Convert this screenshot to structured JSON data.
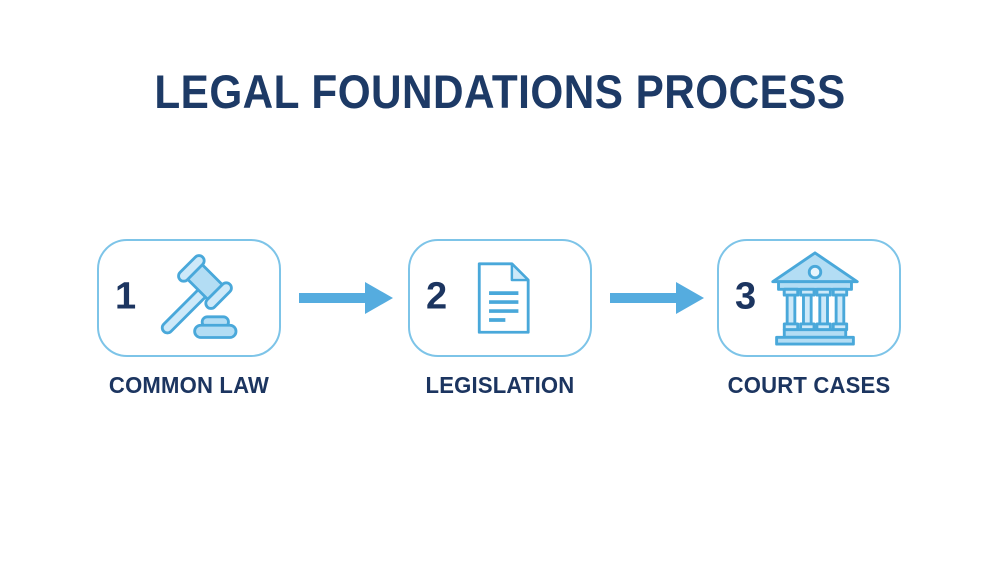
{
  "title": "LEGAL FOUNDATIONS PROCESS",
  "colors": {
    "background": "#ffffff",
    "navy_text": "#1d3a66",
    "box_border": "#7dc4e8",
    "arrow_blue": "#55acdf",
    "icon_stroke": "#49a8da",
    "icon_fill_light": "#cde9f9",
    "icon_fill_mid": "#b3ddf4"
  },
  "steps": [
    {
      "number": "1",
      "label": "COMMON LAW",
      "icon": "gavel-icon"
    },
    {
      "number": "2",
      "label": "LEGISLATION",
      "icon": "document-icon"
    },
    {
      "number": "3",
      "label": "COURT CASES",
      "icon": "courthouse-icon"
    }
  ],
  "arrows": [
    {
      "icon": "arrow-right-icon"
    },
    {
      "icon": "arrow-right-icon"
    }
  ]
}
